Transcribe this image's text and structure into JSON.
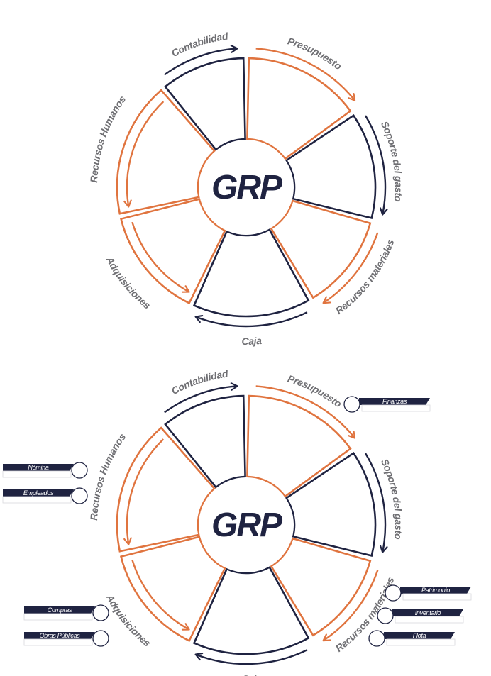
{
  "colors": {
    "navy": "#1f2341",
    "orange": "#e0743f",
    "label_gray": "#6f6f73"
  },
  "center_label": "GRP",
  "segments": [
    {
      "id": "contabilidad",
      "label": "Contabilidad",
      "color": "navy"
    },
    {
      "id": "presupuesto",
      "label": "Presupuesto",
      "color": "orange"
    },
    {
      "id": "soporte",
      "label": "Soporte del gasto",
      "color": "navy"
    },
    {
      "id": "materiales",
      "label": "Recursos materiales",
      "color": "orange"
    },
    {
      "id": "caja",
      "label": "Caja",
      "color": "navy"
    },
    {
      "id": "adquisiciones",
      "label": "Adquisiciones",
      "color": "orange"
    },
    {
      "id": "humanos",
      "label": "Recursos Humanos",
      "color": "orange"
    }
  ],
  "modules": {
    "presupuesto": [
      "Finanzas"
    ],
    "humanos": [
      "Nómina",
      "Empleados"
    ],
    "adquisiciones": [
      "Compras",
      "Obras Públicas"
    ],
    "materiales": [
      "Patrimonio",
      "Inventario",
      "Flota"
    ]
  }
}
